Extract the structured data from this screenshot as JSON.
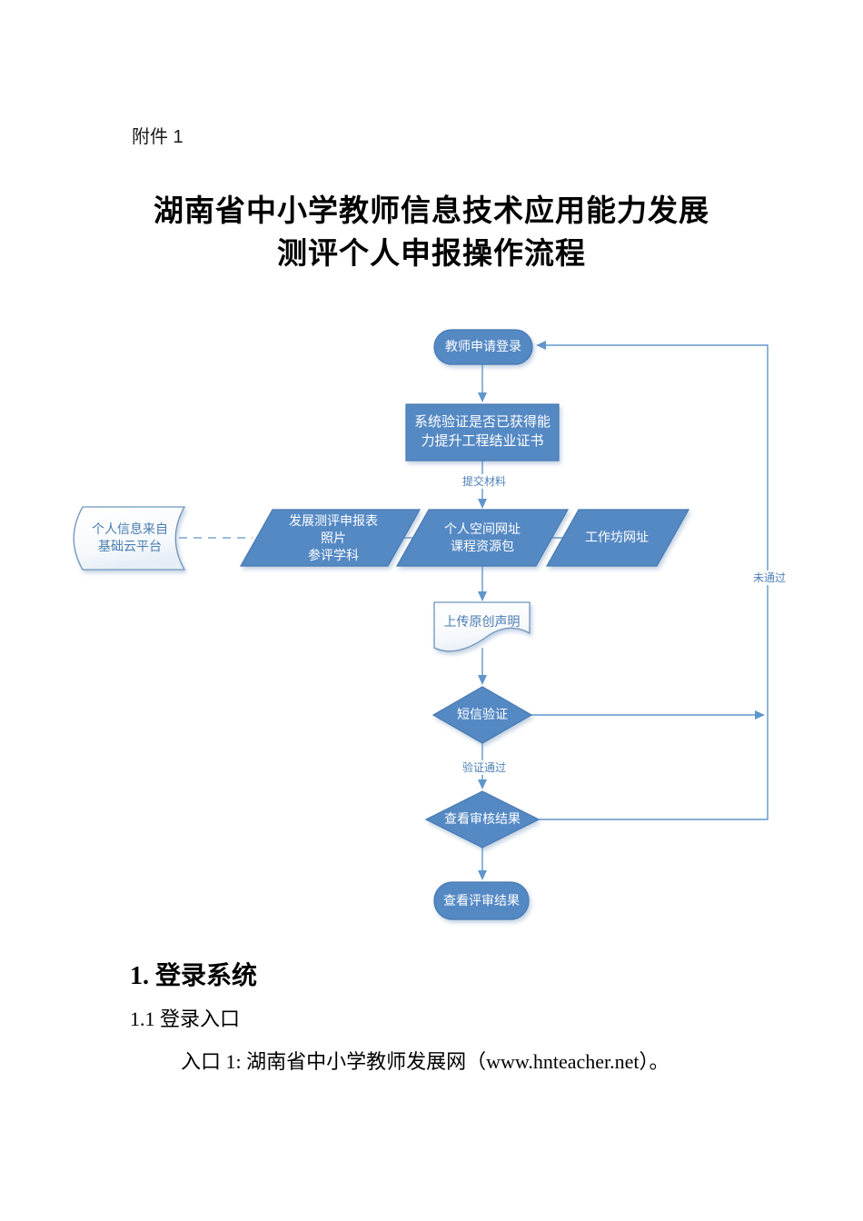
{
  "document": {
    "attachment_label": "附件 1",
    "title": "湖南省中小学教师信息技术应用能力发展\n测评个人申报操作流程"
  },
  "flowchart": {
    "nodes": {
      "start": "教师申请登录",
      "verify_cert": "系统验证是否已获得能\n力提升工程结业证书",
      "personal_info_source": "个人信息来自\n基础云平台",
      "materials_form": "发展测评申报表\n照片\n参评学科",
      "materials_space": "个人空间网址\n课程资源包",
      "materials_workshop": "工作坊网址",
      "upload_statement": "上传原创声明",
      "sms_verify": "短信验证",
      "view_audit_result": "查看审核结果",
      "view_review_result": "查看评审结果"
    },
    "edge_labels": {
      "submit_materials": "提交材料",
      "verify_pass": "验证通过",
      "not_pass": "未通过"
    },
    "colors": {
      "shape_fill": "#5589c4",
      "shape_border": "#4779b0",
      "connector": "#6096cb",
      "light_shape_text": "#4b7cb0",
      "edge_label_text": "#4e81b8"
    }
  },
  "sections": {
    "heading1": "1. 登录系统",
    "heading1_1": "1.1 登录入口",
    "paragraph": "入口 1: 湖南省中小学教师发展网（www.hnteacher.net）。"
  }
}
